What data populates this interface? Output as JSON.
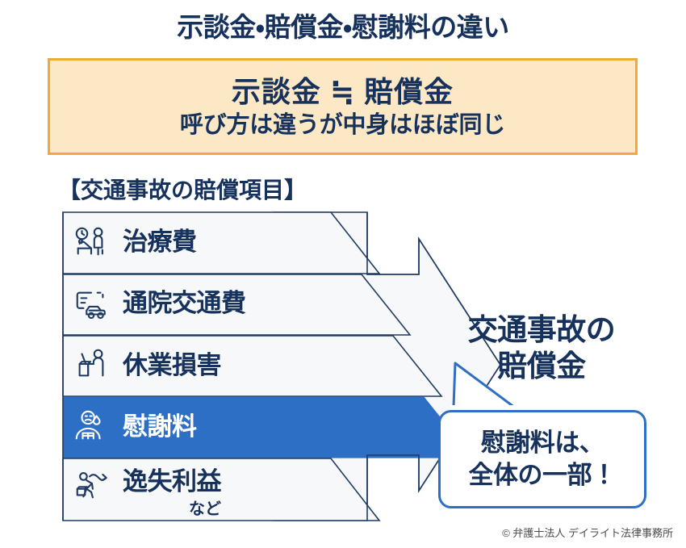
{
  "page": {
    "title": "示談金・賠償金・慰謝料の違い",
    "background_color": "#ffffff",
    "navy": "#16325C",
    "accent_blue": "#2E6FC6",
    "orange_border": "#F2A93B",
    "orange_fill": "#FCE8C4"
  },
  "equation_banner": {
    "equation": "示談金 ≒ 賠償金",
    "subtitle": "呼び方は違うが中身はほぼ同じ",
    "fill_color": "#FCE8C4",
    "border_color": "#F2A93B"
  },
  "section": {
    "heading": "【交通事故の賠償項目】"
  },
  "items": [
    {
      "label": "治療費",
      "suffix": "",
      "icon": "patient-bed-clock-icon",
      "highlighted": false
    },
    {
      "label": "通院交通費",
      "suffix": "",
      "icon": "hospital-car-icon",
      "highlighted": false
    },
    {
      "label": "休業損害",
      "suffix": "",
      "icon": "person-at-desk-icon",
      "highlighted": false
    },
    {
      "label": "慰謝料",
      "suffix": "",
      "icon": "sad-person-tear-icon",
      "highlighted": true
    },
    {
      "label": "逸失利益",
      "suffix": "など",
      "icon": "walking-person-arrow-icon",
      "highlighted": false
    }
  ],
  "result": {
    "line1": "交通事故の",
    "line2": "賠償金"
  },
  "callout": {
    "line1": "慰謝料は、",
    "line2": "全体の一部！",
    "border_color": "#2E6FC6"
  },
  "footer": {
    "credit": "© 弁護士法人 デイライト法律事務所"
  }
}
